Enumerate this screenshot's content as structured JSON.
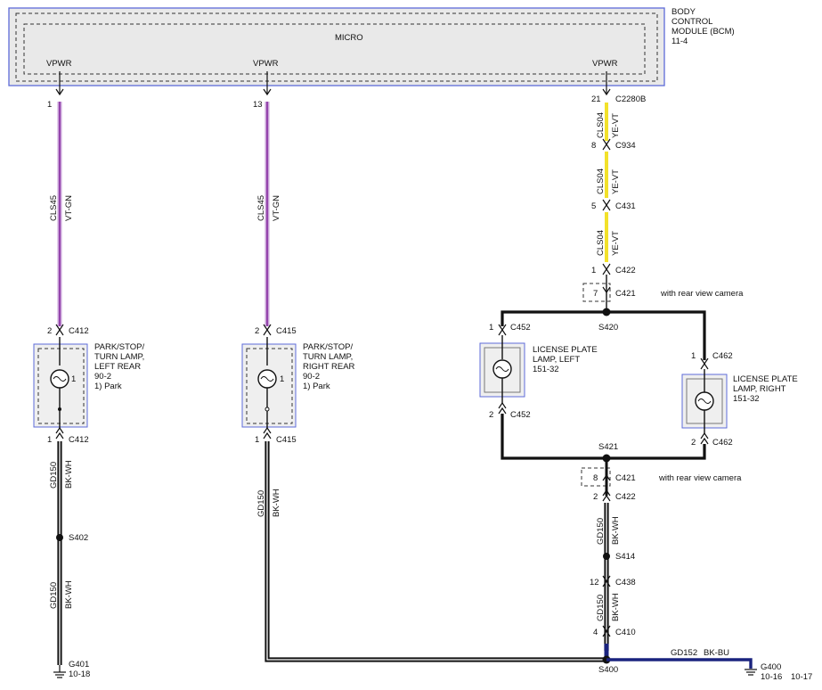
{
  "bcm": {
    "title_lines": [
      "BODY",
      "CONTROL",
      "MODULE (BCM)",
      "11-4"
    ],
    "micro_label": "MICRO",
    "pins": [
      {
        "label": "VPWR",
        "pin": "1"
      },
      {
        "label": "VPWR",
        "pin": "13"
      },
      {
        "label": "VPWR",
        "pin": "21",
        "connector": "C2280B"
      }
    ]
  },
  "colors": {
    "vt_gn_outer": "#c9a2d8",
    "vt_gn_inner": "#8e3aa8",
    "ye_vt": "#f2e12a",
    "bk_bu": "#1a237e",
    "bcm_border": "#5d6bd8",
    "lamp_border": "#5d6bd8"
  },
  "left_branch": {
    "circuit": "CLS45",
    "color_code": "VT-GN",
    "c412_top_pin": "2",
    "c412_top": "C412",
    "lamp_lines": [
      "PARK/STOP/",
      "TURN LAMP,",
      "LEFT REAR",
      "90-2",
      "1) Park"
    ],
    "lamp_pin": "1",
    "c412_bot_pin": "1",
    "c412_bot": "C412",
    "gd_circuit": "GD150",
    "gd_color": "BK-WH",
    "splice": "S402",
    "gd_circuit2": "GD150",
    "gd_color2": "BK-WH",
    "ground": "G401",
    "ground_ref": "10-18"
  },
  "middle_branch": {
    "circuit": "CLS45",
    "color_code": "VT-GN",
    "c415_top_pin": "2",
    "c415_top": "C415",
    "lamp_lines": [
      "PARK/STOP/",
      "TURN LAMP,",
      "RIGHT REAR",
      "90-2",
      "1) Park"
    ],
    "lamp_pin": "1",
    "c415_bot_pin": "1",
    "c415_bot": "C415",
    "gd_circuit": "GD150",
    "gd_color": "BK-WH"
  },
  "right_branch": {
    "segments": [
      {
        "circuit": "CLS04",
        "color_code": "YE-VT",
        "pin": "8",
        "connector": "C934"
      },
      {
        "circuit": "CLS04",
        "color_code": "YE-VT",
        "pin": "5",
        "connector": "C431"
      },
      {
        "circuit": "CLS04",
        "color_code": "YE-VT",
        "pin": "1",
        "connector": "C422"
      }
    ],
    "c421_top_pin": "7",
    "c421_top": "C421",
    "c421_top_note": "with rear view camera",
    "splice_top": "S420",
    "left_lamp": {
      "top_pin": "1",
      "top_conn": "C452",
      "lines": [
        "LICENSE PLATE",
        "LAMP, LEFT",
        "151-32"
      ],
      "bot_pin": "2",
      "bot_conn": "C452"
    },
    "right_lamp": {
      "top_pin": "1",
      "top_conn": "C462",
      "lines": [
        "LICENSE PLATE",
        "LAMP, RIGHT",
        "151-32"
      ],
      "bot_pin": "2",
      "bot_conn": "C462"
    },
    "splice_mid": "S421",
    "c421_bot_pin": "8",
    "c421_bot": "C421",
    "c421_bot_note": "with rear view camera",
    "c422_bot_pin": "2",
    "c422_bot": "C422",
    "gd_circuit": "GD150",
    "gd_color": "BK-WH",
    "splice_s414": "S414",
    "c438_pin": "12",
    "c438": "C438",
    "gd_circuit2": "GD150",
    "gd_color2": "BK-WH",
    "c410_pin": "4",
    "c410": "C410",
    "splice_s400": "S400",
    "ground_wire": "GD152",
    "ground_wire_color": "BK-BU",
    "ground": "G400",
    "ground_ref": "10-16",
    "page_ref": "10-17"
  }
}
